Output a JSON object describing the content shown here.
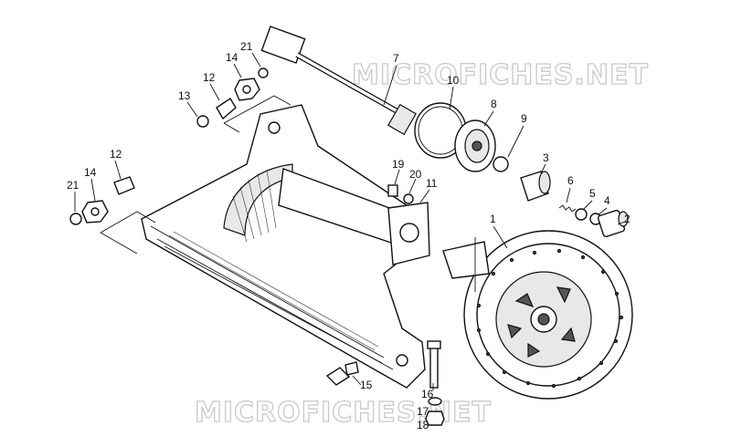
{
  "watermark": "MICROFICHES.NET",
  "callouts": {
    "c1": "1",
    "c2": "2",
    "c3": "3",
    "c4": "4",
    "c5": "5",
    "c6": "6",
    "c7": "7",
    "c8": "8",
    "c9": "9",
    "c10": "10",
    "c11": "11",
    "c12a": "12",
    "c12b": "12",
    "c13": "13",
    "c14a": "14",
    "c14b": "14",
    "c15": "15",
    "c16": "16",
    "c17": "17",
    "c18": "18",
    "c19": "19",
    "c20": "20",
    "c21a": "21",
    "c21b": "21"
  }
}
